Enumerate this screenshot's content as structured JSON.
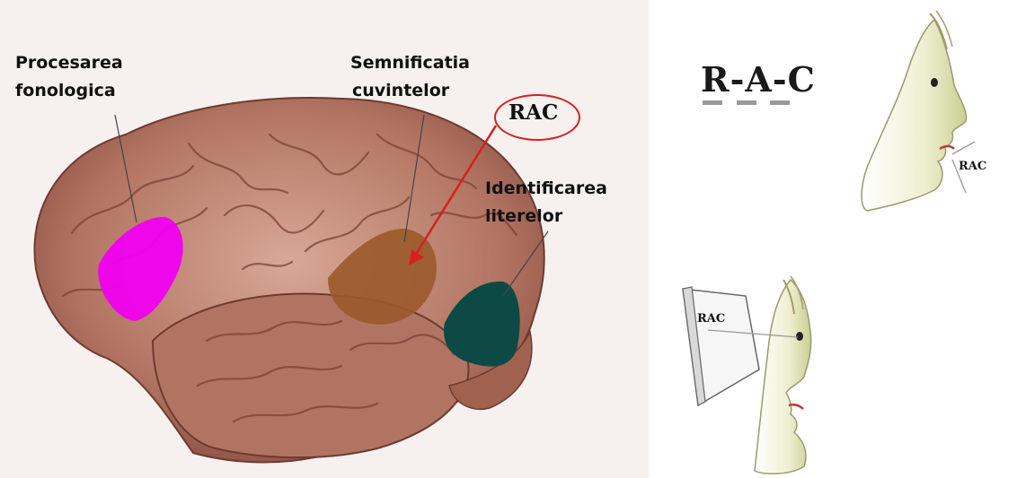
{
  "left_panel": {
    "label_phonological": [
      "Procesarea",
      "fonologica"
    ],
    "label_word_meaning": [
      "Semnificatia",
      "cuvintelor"
    ],
    "label_letter_identification": [
      "Identificarea",
      "literelor"
    ],
    "rac_callout": "RAC"
  },
  "right_panel": {
    "title": "R-A-C",
    "speaking_label": "RAC",
    "reading_label": "RAC"
  },
  "colors": {
    "phonological_area": "#f000f0",
    "word_meaning_area": "#9a5a2a",
    "letter_area": "#0d4a46",
    "callout_red": "#d62020",
    "brain": "#b97a66"
  }
}
